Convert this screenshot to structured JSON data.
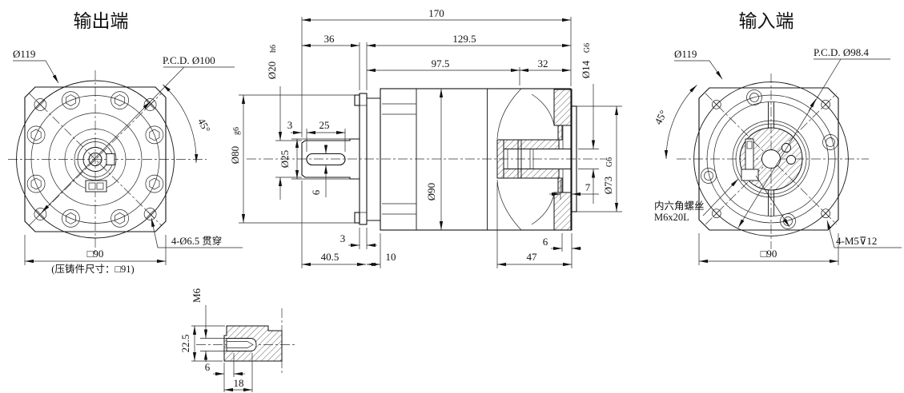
{
  "output": {
    "title": "输出端",
    "dia": "Ø119",
    "pcd": "P.C.D. Ø100",
    "angle": "45°",
    "holes": "4-Ø6.5 贯穿",
    "square": "□90",
    "casting": "(压铸件尺寸：□91)"
  },
  "section": {
    "d170": "170",
    "d36": "36",
    "d129_5": "129.5",
    "d97_5": "97.5",
    "d32": "32",
    "shaft": "Ø20",
    "shaft_tol": "h6",
    "pilot": "Ø80",
    "pilot_tol": "g6",
    "hub": "Ø25",
    "key_gap": "3",
    "key_len": "25",
    "key_w": "6",
    "body": "Ø90",
    "bore": "Ø14",
    "bore_tol": "G6",
    "spigot": "Ø73",
    "spigot_tol": "G6",
    "wall": "7",
    "flange_t": "3",
    "shaft_len": "40.5",
    "neck": "10",
    "plate_t": "6",
    "rear": "47"
  },
  "input": {
    "title": "输入端",
    "dia": "Ø119",
    "pcd": "P.C.D. Ø98.4",
    "angle": "45°",
    "screw_line1": "内六角螺丝",
    "screw_line2": "M6x20L",
    "tap": "4-M5⊽12",
    "square": "□90"
  },
  "detail": {
    "thread": "M6",
    "depth": "22.5",
    "len6": "6",
    "len18": "18"
  }
}
